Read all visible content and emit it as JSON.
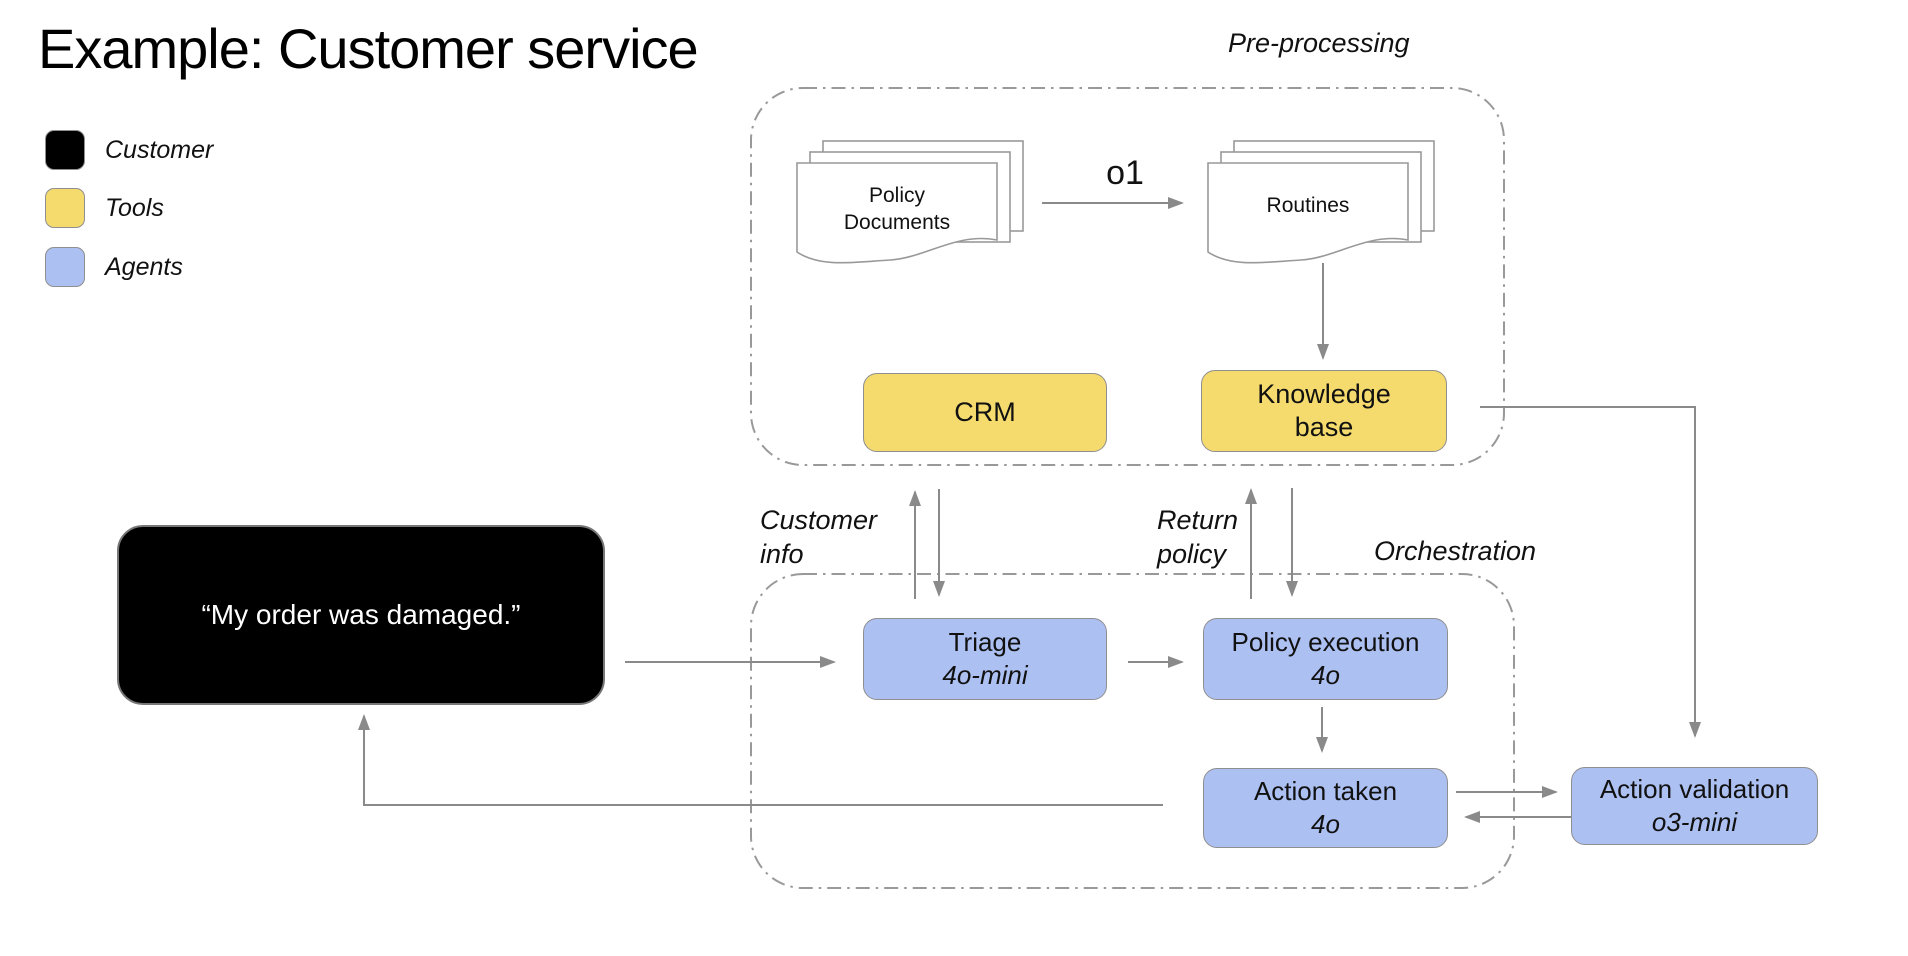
{
  "title": "Example: Customer service",
  "legend": {
    "items": [
      {
        "label": "Customer",
        "color": "#000000"
      },
      {
        "label": "Tools",
        "color": "#F5DB6E"
      },
      {
        "label": "Agents",
        "color": "#ADC0F2"
      }
    ]
  },
  "preprocessing": {
    "label": "Pre-processing",
    "policy_documents": {
      "line1": "Policy",
      "line2": "Documents"
    },
    "o1_model": "o1",
    "routines": "Routines",
    "crm": "CRM",
    "knowledge_base": {
      "line1": "Knowledge",
      "line2": "base"
    }
  },
  "orchestration": {
    "label": "Orchestration",
    "triage": {
      "name": "Triage",
      "model": "4o-mini"
    },
    "policy_execution": {
      "name": "Policy execution",
      "model": "4o"
    },
    "action_taken": {
      "name": "Action taken",
      "model": "4o"
    }
  },
  "action_validation": {
    "name": "Action validation",
    "model": "o3-mini"
  },
  "customer_message": "“My order was damaged.”",
  "edge_labels": {
    "customer_info": {
      "line1": "Customer",
      "line2": "info"
    },
    "return_policy": {
      "line1": "Return",
      "line2": "policy"
    }
  },
  "colors": {
    "customer": "#000000",
    "tools": "#F5DB6E",
    "agents": "#ADC0F2",
    "node_border": "#8F8F8F",
    "arrow": "#8A8A8A",
    "container_border": "#999999"
  }
}
